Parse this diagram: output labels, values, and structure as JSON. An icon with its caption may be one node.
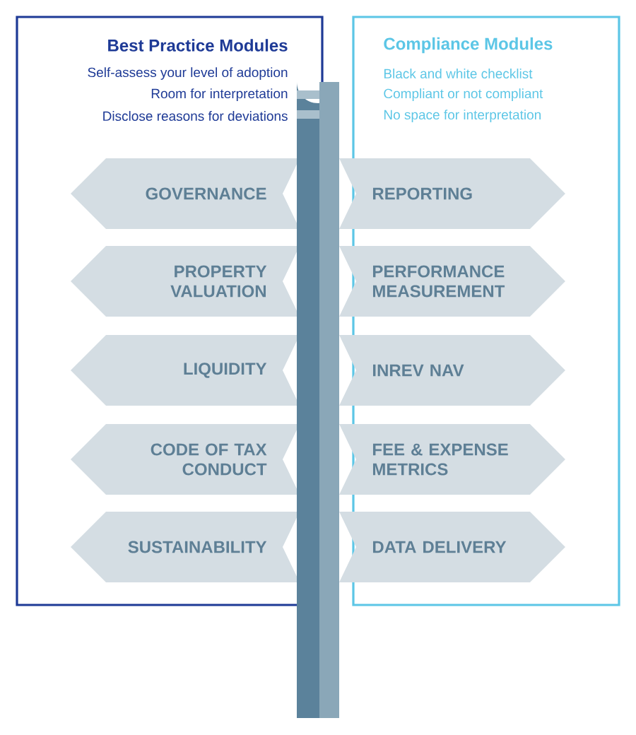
{
  "diagram": {
    "nodes": [
      {
        "text": [
          "Best Practice Modules",
          "Self-assess your level of adoption",
          "Room for interpretation",
          "Disclose reasons for deviations"
        ]
      },
      {
        "text": [
          "GOVERNANCE"
        ],
        "in": 0
      },
      {
        "text": [
          "PROPERTY VALUATION"
        ],
        "in": 0
      },
      {
        "text": [
          "LIQUIDITY"
        ],
        "in": 0
      },
      {
        "text": [
          "CODE OF TAX CONDUCT"
        ],
        "in": 0
      },
      {
        "text": [
          "SUSTAINABILITY"
        ],
        "in": 0
      },
      {
        "text": [
          "Compliance Modules",
          "Black and white checklist",
          "Compliant or not compliant",
          "No space for interpretation"
        ]
      },
      {
        "text": [
          "REPORTING"
        ],
        "in": 6
      },
      {
        "text": [
          "PERFORMANCE MEASUREMENT"
        ],
        "in": 6
      },
      {
        "text": [
          "INREV NAV"
        ],
        "in": 6
      },
      {
        "text": [
          "FEE & EXPENSE METRICS"
        ],
        "in": 6
      },
      {
        "text": [
          "DATA DELIVERY"
        ],
        "in": 6
      }
    ]
  }
}
